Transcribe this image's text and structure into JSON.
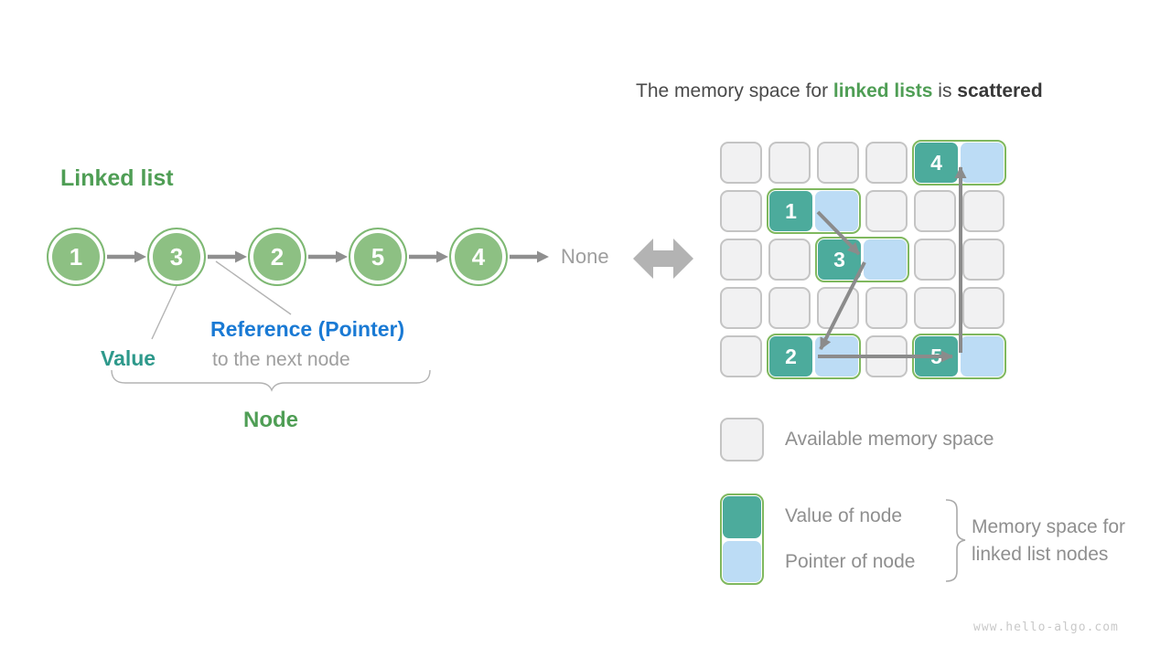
{
  "slide": {
    "title": {
      "part1": "The memory space for ",
      "highlight": "linked lists",
      "part2": " is ",
      "emphasis": "scattered"
    },
    "watermark": "www.hello-algo.com"
  },
  "linked_list": {
    "heading": "Linked list",
    "node_values": [
      "1",
      "3",
      "2",
      "5",
      "4"
    ],
    "terminal_label": "None",
    "annotations": {
      "value_label": "Value",
      "reference_label": "Reference (Pointer)",
      "reference_sublabel": "to the next node",
      "node_label": "Node"
    }
  },
  "memory_grid": {
    "columns": 6,
    "rows": 5,
    "cell_pitch": 53,
    "node_cells": [
      {
        "value": "4",
        "col": 4,
        "row": 0
      },
      {
        "value": "1",
        "col": 1,
        "row": 1
      },
      {
        "value": "3",
        "col": 2,
        "row": 2
      },
      {
        "value": "2",
        "col": 1,
        "row": 4
      },
      {
        "value": "5",
        "col": 4,
        "row": 4
      }
    ],
    "pointer_arrows": [
      {
        "from": [
          107,
          77
        ],
        "to": [
          152,
          123
        ]
      },
      {
        "from": [
          158,
          132
        ],
        "to": [
          110,
          227
        ]
      },
      {
        "from": [
          107,
          235
        ],
        "to": [
          254,
          235
        ]
      },
      {
        "from": [
          263,
          231
        ],
        "to": [
          263,
          28
        ]
      }
    ]
  },
  "legend": {
    "available_label": "Available memory space",
    "value_label": "Value of node",
    "pointer_label": "Pointer of node",
    "group_label_line1": "Memory space for",
    "group_label_line2": "linked list nodes"
  },
  "colors": {
    "node_green_fill": "#8dc083",
    "node_green_border": "#7eb873",
    "text_green": "#4f9e55",
    "text_teal": "#2e998b",
    "text_blue": "#1a7ad4",
    "text_muted": "#9e9e9e",
    "cell_teal": "#4cab9c",
    "cell_pointer_blue": "#bcdcf5",
    "pair_border_green": "#7fb85e",
    "empty_cell_fill": "#f1f1f2",
    "empty_cell_border": "#c4c4c4",
    "arrow_gray": "#8b8b8b",
    "double_arrow_gray": "#b3b3b3"
  }
}
